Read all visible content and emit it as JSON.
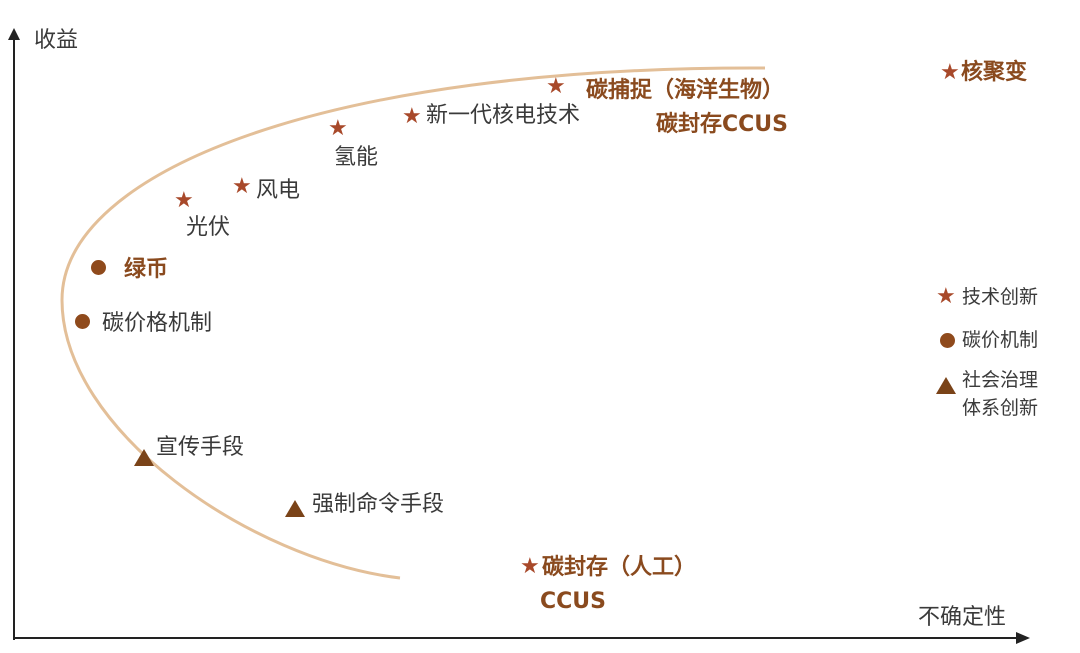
{
  "axes": {
    "y_label": "收益",
    "x_label": "不确定性"
  },
  "points": {
    "carbon_capture_ocean": "碳捕捉（海洋生物）",
    "ccus_1": "碳封存CCUS",
    "nuclear_fusion": "核聚变",
    "new_nuclear": "新一代核电技术",
    "hydrogen": "氢能",
    "wind": "风电",
    "solar": "光伏",
    "green_coin": "绿币",
    "carbon_price": "碳价格机制",
    "publicity": "宣传手段",
    "command": "强制命令手段",
    "ccus_artificial": "碳封存（人工）",
    "ccus_2": "CCUS"
  },
  "legend": {
    "tech": "技术创新",
    "price": "碳价机制",
    "gov_1": "社会治理",
    "gov_2": "体系创新"
  },
  "colors": {
    "star": "#a8492a",
    "brown_text": "#8a4a1e",
    "curve": "#e3bf98"
  }
}
